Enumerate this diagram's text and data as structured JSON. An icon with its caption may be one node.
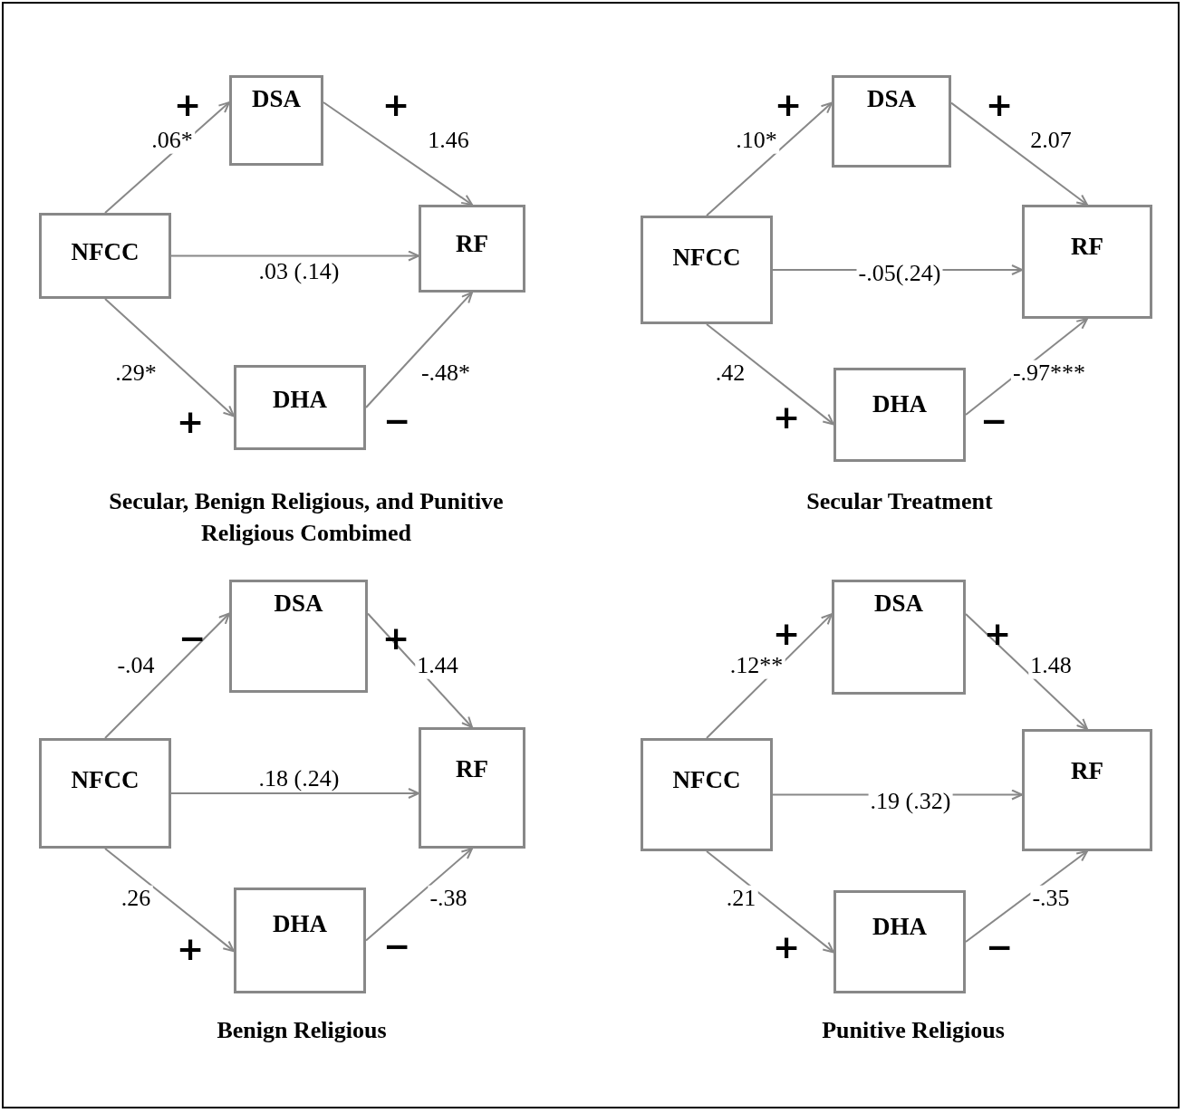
{
  "diagram": {
    "nodes": [
      {
        "text": [
          "DSA"
        ]
      },
      {
        "text": [
          "NFCC"
        ]
      },
      {
        "text": [
          "RF"
        ]
      },
      {
        "text": [
          "DHA"
        ]
      },
      {
        "text": [
          "DSA"
        ]
      },
      {
        "text": [
          "NFCC"
        ]
      },
      {
        "text": [
          "RF"
        ]
      },
      {
        "text": [
          "DHA"
        ]
      },
      {
        "text": [
          "DSA"
        ]
      },
      {
        "text": [
          "NFCC"
        ]
      },
      {
        "text": [
          "RF"
        ]
      },
      {
        "text": [
          "DHA"
        ]
      },
      {
        "text": [
          "DSA"
        ]
      },
      {
        "text": [
          "NFCC"
        ]
      },
      {
        "text": [
          "RF"
        ]
      },
      {
        "text": [
          "DHA"
        ]
      }
    ],
    "edges": [
      {
        "from": 1,
        "to": 0,
        "arrow": "to",
        "label": ".06*"
      },
      {
        "from": 0,
        "to": 2,
        "arrow": "to",
        "label": "1.46"
      },
      {
        "from": 1,
        "to": 2,
        "arrow": "to",
        "label": ".03 (.14)"
      },
      {
        "from": 1,
        "to": 3,
        "arrow": "to",
        "label": ".29*"
      },
      {
        "from": 3,
        "to": 2,
        "arrow": "to",
        "label": "-.48*"
      },
      {
        "from": 5,
        "to": 4,
        "arrow": "to",
        "label": ".10*"
      },
      {
        "from": 4,
        "to": 6,
        "arrow": "to",
        "label": "2.07"
      },
      {
        "from": 5,
        "to": 6,
        "arrow": "to",
        "label": "-.05(.24)"
      },
      {
        "from": 5,
        "to": 7,
        "arrow": "to",
        "label": ".42"
      },
      {
        "from": 7,
        "to": 6,
        "arrow": "to",
        "label": "-.97***"
      },
      {
        "from": 9,
        "to": 8,
        "arrow": "to",
        "label": "-.04"
      },
      {
        "from": 8,
        "to": 10,
        "arrow": "to",
        "label": "1.44"
      },
      {
        "from": 9,
        "to": 10,
        "arrow": "to",
        "label": ".18 (.24)"
      },
      {
        "from": 9,
        "to": 11,
        "arrow": "to",
        "label": ".26"
      },
      {
        "from": 11,
        "to": 10,
        "arrow": "to",
        "label": "-.38"
      },
      {
        "from": 13,
        "to": 12,
        "arrow": "to",
        "label": ".12**"
      },
      {
        "from": 12,
        "to": 14,
        "arrow": "to",
        "label": "1.48"
      },
      {
        "from": 13,
        "to": 14,
        "arrow": "to",
        "label": ".19 (.32)"
      },
      {
        "from": 13,
        "to": 15,
        "arrow": "to",
        "label": ".21"
      },
      {
        "from": 15,
        "to": 14,
        "arrow": "to",
        "label": "-.35"
      }
    ],
    "labels": [
      "+",
      "+",
      "+",
      "−",
      "Secular, Benign Religious, and Punitive Religious Combimed",
      "+",
      "+",
      "+",
      "−",
      "Secular Treatment",
      "−",
      "+",
      "+",
      "−",
      "Benign Religious",
      "+",
      "+",
      "+",
      "−",
      "Punitive Religious"
    ]
  }
}
